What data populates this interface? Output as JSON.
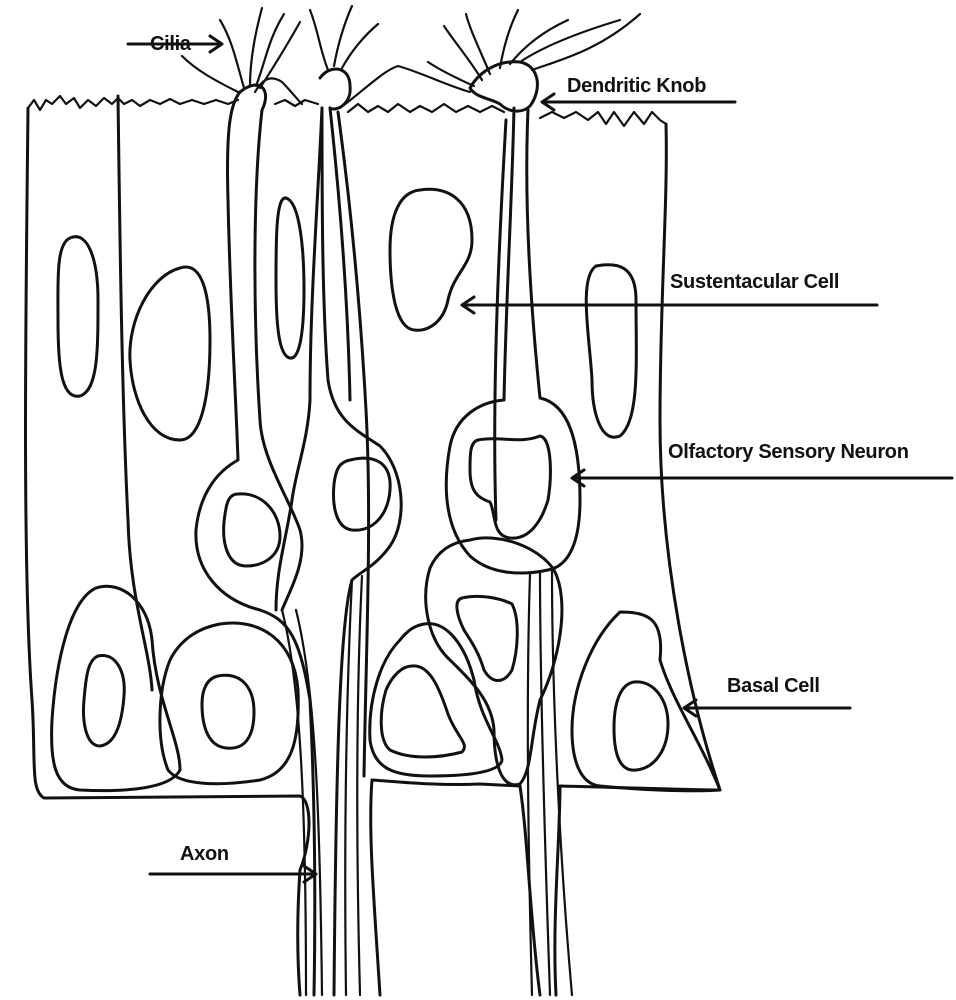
{
  "labels": {
    "cilia": "Cilia",
    "dendritic_knob": "Dendritic Knob",
    "sustentacular_cell": "Sustentacular Cell",
    "olfactory_sensory_neuron": "Olfactory Sensory Neuron",
    "basal_cell": "Basal Cell",
    "axon": "Axon"
  },
  "colors": {
    "ink": "#111111",
    "background": "#ffffff"
  }
}
